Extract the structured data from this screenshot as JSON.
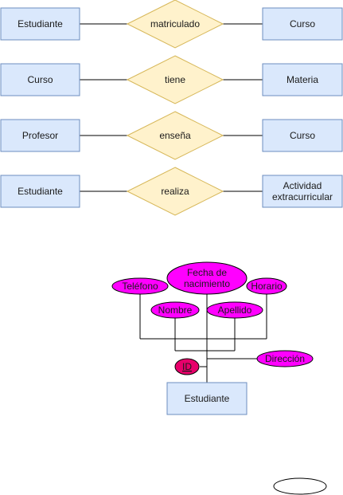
{
  "relationships": [
    {
      "left": "Estudiante",
      "rel": "matriculado",
      "right": "Curso"
    },
    {
      "left": "Curso",
      "rel": "tiene",
      "right": "Materia"
    },
    {
      "left": "Profesor",
      "rel": "enseña",
      "right": "Curso"
    },
    {
      "left": "Estudiante",
      "rel": "realiza",
      "right": [
        "Actividad",
        "extracurricular"
      ]
    }
  ],
  "entity": {
    "name": "Estudiante",
    "attributes": {
      "telefono": "Teléfono",
      "fecha": [
        "Fecha de",
        "nacimiento"
      ],
      "horario": "Horario",
      "nombre": "Nombre",
      "apellido": "Apellido",
      "direccion": "Dirección",
      "id": "ID"
    }
  },
  "colors": {
    "entity_fill": "#dae8fc",
    "entity_stroke": "#6c8ebf",
    "rel_fill": "#fff2cc",
    "rel_stroke": "#d6b656",
    "attr_fill": "#ff00ff",
    "key_fill": "#e8006b"
  }
}
